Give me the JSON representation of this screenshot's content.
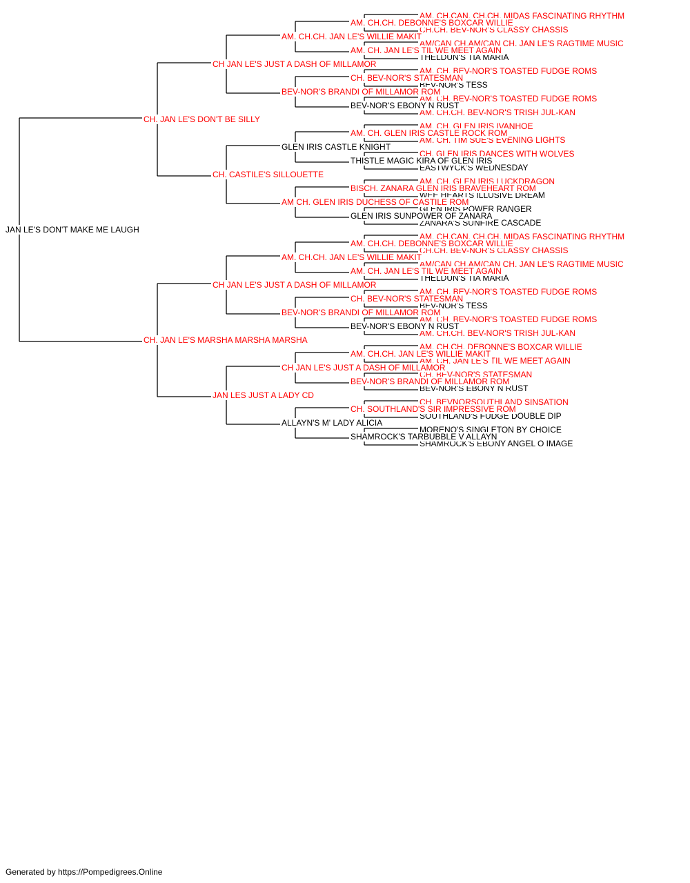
{
  "footer": "Generated by https://Pompedigrees.Online",
  "colors": {
    "champion": "#ff0000",
    "regular": "#000000",
    "line": "#000000"
  },
  "pedigree": {
    "name": "JAN LE'S DON'T MAKE ME LAUGH",
    "champion": false,
    "sire": {
      "name": "CH. JAN LE'S DON'T BE SILLY",
      "champion": true,
      "sire": {
        "name": "CH JAN LE'S JUST A DASH OF MILLAMOR",
        "champion": true,
        "sire": {
          "name": "AM. CH.CH. JAN LE'S WILLIE MAKIT",
          "champion": true,
          "sire": {
            "name": "AM. CH.CH. DEBONNE'S BOXCAR WILLIE",
            "champion": true,
            "sire": {
              "name": "AM. CH.CAN. CH.CH. MIDAS FASCINATING RHYTHM",
              "champion": true
            },
            "dam": {
              "name": "CH.CH. BEV-NOR'S CLASSY CHASSIS",
              "champion": true
            }
          },
          "dam": {
            "name": "AM. CH. JAN LE'S TIL WE MEET AGAIN",
            "champion": true,
            "sire": {
              "name": "AM/CAN CH.AM/CAN CH. JAN LE'S RAGTIME MUSIC",
              "champion": true
            },
            "dam": {
              "name": "THELDUN'S TIA MARIA",
              "champion": false
            }
          }
        },
        "dam": {
          "name": "BEV-NOR'S BRANDI OF MILLAMOR ROM",
          "champion": true,
          "sire": {
            "name": "CH. BEV-NOR'S STATESMAN",
            "champion": true,
            "sire": {
              "name": "AM. CH. BEV-NOR'S TOASTED FUDGE ROMS",
              "champion": true
            },
            "dam": {
              "name": "BEV-NOR'S TESS",
              "champion": false
            }
          },
          "dam": {
            "name": "BEV-NOR'S EBONY N RUST",
            "champion": false,
            "sire": {
              "name": "AM. CH. BEV-NOR'S TOASTED FUDGE ROMS",
              "champion": true
            },
            "dam": {
              "name": "AM. CH.CH. BEV-NOR'S TRISH JUL-KAN",
              "champion": true
            }
          }
        }
      },
      "dam": {
        "name": "CH. CASTILE'S SILLOUETTE",
        "champion": true,
        "sire": {
          "name": "GLEN IRIS CASTLE KNIGHT",
          "champion": false,
          "sire": {
            "name": "AM. CH. GLEN IRIS CASTLE ROCK ROM",
            "champion": true,
            "sire": {
              "name": "AM. CH. GLEN IRIS IVANHOE",
              "champion": true
            },
            "dam": {
              "name": "AM. CH. TIM SUE'S EVENING LIGHTS",
              "champion": true
            }
          },
          "dam": {
            "name": "THISTLE MAGIC KIRA OF GLEN IRIS",
            "champion": false,
            "sire": {
              "name": "CH. GLEN IRIS DANCES WITH WOLVES",
              "champion": true
            },
            "dam": {
              "name": "EASTWYCK'S WEDNESDAY",
              "champion": false
            }
          }
        },
        "dam": {
          "name": "AM CH. GLEN IRIS DUCHESS OF CASTILE ROM",
          "champion": true,
          "sire": {
            "name": "BISCH. ZANARA GLEN IRIS BRAVEHEART ROM",
            "champion": true,
            "sire": {
              "name": "AM. CH. GLEN IRIS LUCKDRAGON",
              "champion": true
            },
            "dam": {
              "name": "WEE HEARTS ILLUSIVE DREAM",
              "champion": false
            }
          },
          "dam": {
            "name": "GLEN IRIS SUNPOWER OF ZANARA",
            "champion": false,
            "sire": {
              "name": "GLEN IRIS POWER RANGER",
              "champion": false
            },
            "dam": {
              "name": "ZANARA'S SUNFIRE CASCADE",
              "champion": false
            }
          }
        }
      }
    },
    "dam": {
      "name": "CH. JAN LE'S MARSHA MARSHA MARSHA",
      "champion": true,
      "sire": {
        "name": "CH JAN LE'S JUST A DASH OF MILLAMOR",
        "champion": true,
        "sire": {
          "name": "AM. CH.CH. JAN LE'S WILLIE MAKIT",
          "champion": true,
          "sire": {
            "name": "AM. CH.CH. DEBONNE'S BOXCAR WILLIE",
            "champion": true,
            "sire": {
              "name": "AM. CH.CAN. CH.CH. MIDAS FASCINATING RHYTHM",
              "champion": true
            },
            "dam": {
              "name": "CH.CH. BEV-NOR'S CLASSY CHASSIS",
              "champion": true
            }
          },
          "dam": {
            "name": "AM. CH. JAN LE'S TIL WE MEET AGAIN",
            "champion": true,
            "sire": {
              "name": "AM/CAN CH.AM/CAN CH. JAN LE'S RAGTIME MUSIC",
              "champion": true
            },
            "dam": {
              "name": "THELDUN'S TIA MARIA",
              "champion": false
            }
          }
        },
        "dam": {
          "name": "BEV-NOR'S BRANDI OF MILLAMOR ROM",
          "champion": true,
          "sire": {
            "name": "CH. BEV-NOR'S STATESMAN",
            "champion": true,
            "sire": {
              "name": "AM. CH. BEV-NOR'S TOASTED FUDGE ROMS",
              "champion": true
            },
            "dam": {
              "name": "BEV-NOR'S TESS",
              "champion": false
            }
          },
          "dam": {
            "name": "BEV-NOR'S EBONY N RUST",
            "champion": false,
            "sire": {
              "name": "AM. CH. BEV-NOR'S TOASTED FUDGE ROMS",
              "champion": true
            },
            "dam": {
              "name": "AM. CH.CH. BEV-NOR'S TRISH JUL-KAN",
              "champion": true
            }
          }
        }
      },
      "dam": {
        "name": "JAN LES JUST A LADY CD",
        "champion": true,
        "sire": {
          "name": "CH JAN LE'S JUST A DASH OF MILLAMOR",
          "champion": true,
          "sire": {
            "name": "AM. CH.CH. JAN LE'S WILLIE MAKIT",
            "champion": true,
            "sire": {
              "name": "AM. CH.CH. DEBONNE'S BOXCAR WILLIE",
              "champion": true
            },
            "dam": {
              "name": "AM. CH. JAN LE'S TIL WE MEET AGAIN",
              "champion": true
            }
          },
          "dam": {
            "name": "BEV-NOR'S BRANDI OF MILLAMOR ROM",
            "champion": true,
            "sire": {
              "name": "CH. BEV-NOR'S STATESMAN",
              "champion": true
            },
            "dam": {
              "name": "BEV-NOR'S EBONY N RUST",
              "champion": false
            }
          }
        },
        "dam": {
          "name": "ALLAYN'S M' LADY ALICIA",
          "champion": false,
          "sire": {
            "name": "CH. SOUTHLAND'S SIR IMPRESSIVE ROM",
            "champion": true,
            "sire": {
              "name": "CH. BEVNORSOUTHLAND SINSATION",
              "champion": true
            },
            "dam": {
              "name": "SOUTHLAND'S FUDGE DOUBLE DIP",
              "champion": false
            }
          },
          "dam": {
            "name": "SHAMROCK'S TARBUBBLE V ALLAYN",
            "champion": false,
            "sire": {
              "name": "MORENO'S SINGLETON BY CHOICE",
              "champion": false
            },
            "dam": {
              "name": "SHAMROCK'S EBONY ANGEL O IMAGE",
              "champion": false
            }
          }
        }
      }
    }
  }
}
